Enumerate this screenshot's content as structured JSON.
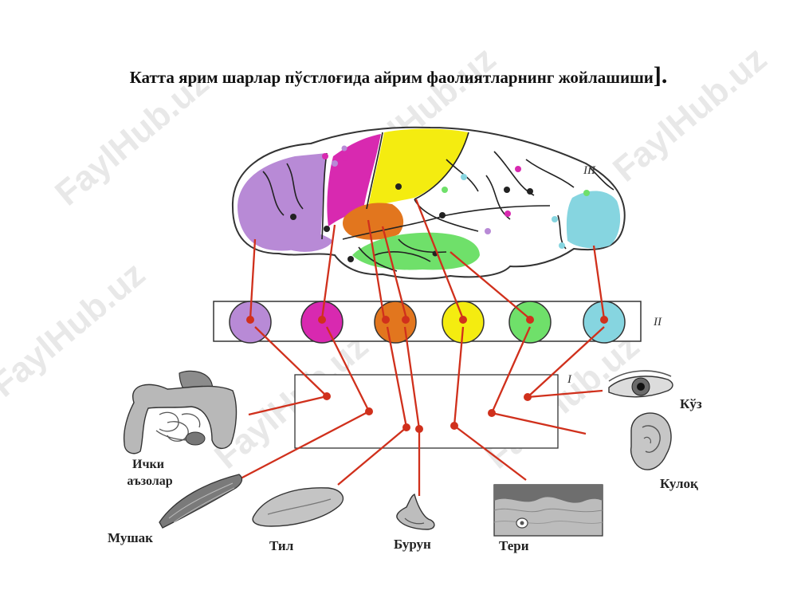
{
  "title": "Катта ярим шарлар пўстлоғида айрим фаолиятларнинг жойлашиши",
  "title_bracket": "].",
  "watermark": "FaylHub.uz",
  "levels": {
    "top": "III",
    "middle": "II",
    "bottom": "I"
  },
  "organs": {
    "intestines": "Ички аъзолар",
    "muscle": "Мушак",
    "tongue": "Тил",
    "nose": "Бурун",
    "skin": "Тери",
    "eye": "Кўз",
    "ear": "Кулоқ"
  },
  "colors": {
    "purple": "#b88ad6",
    "magenta": "#d829b0",
    "yellow": "#f4ec10",
    "orange": "#e2761e",
    "green": "#6fe06a",
    "cyan": "#86d5e0",
    "connector": "#d0301c"
  }
}
